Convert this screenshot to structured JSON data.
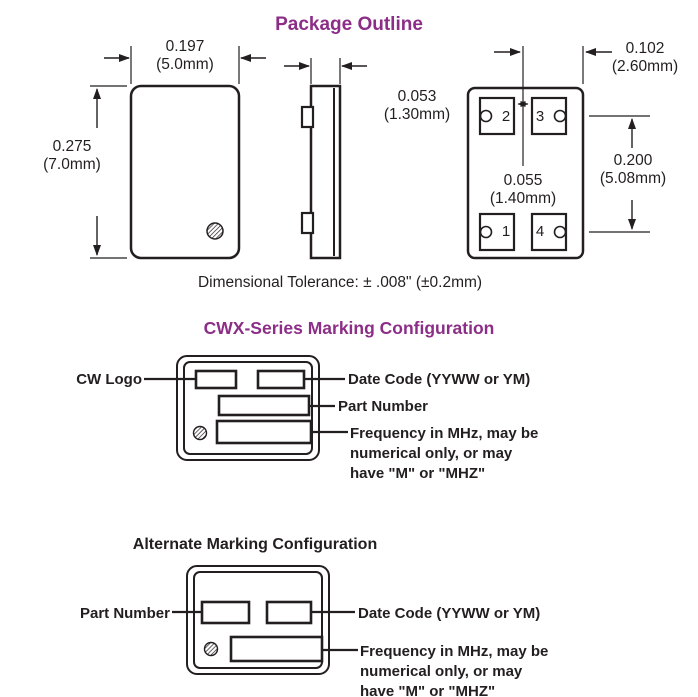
{
  "page": {
    "title": "Package Outline",
    "tolerance": "Dimensional Tolerance: ± .008\" (±0.2mm)",
    "marking_title": "CWX-Series Marking Configuration",
    "alt_marking_title": "Alternate Marking Configuration"
  },
  "front_view": {
    "width": "0.197\n(5.0mm)",
    "height": "0.275\n(7.0mm)"
  },
  "side_view": {
    "thickness": "0.053\n(1.30mm)"
  },
  "bottom_view": {
    "pad_offset": "0.102\n(2.60mm)",
    "pad_pitch": "0.200\n(5.08mm)",
    "pad_gap": "0.055\n(1.40mm)",
    "pins": {
      "p1": "1",
      "p2": "2",
      "p3": "3",
      "p4": "4"
    }
  },
  "marking": {
    "cw_logo_label": "CW Logo",
    "date_code_label": "Date Code (YYWW or YM)",
    "part_number_label": "Part Number",
    "frequency_label": "Frequency in MHz, may be\nnumerical only, or may\nhave \"M\" or \"MHZ\""
  },
  "alt_marking": {
    "part_number_label": "Part Number",
    "date_code_label": "Date Code (YYWW or YM)",
    "frequency_label": "Frequency in MHz, may be\nnumerical only, or may\nhave \"M\" or \"MHZ\""
  },
  "colors": {
    "heading": "#8C2E87",
    "ink": "#231F20"
  }
}
